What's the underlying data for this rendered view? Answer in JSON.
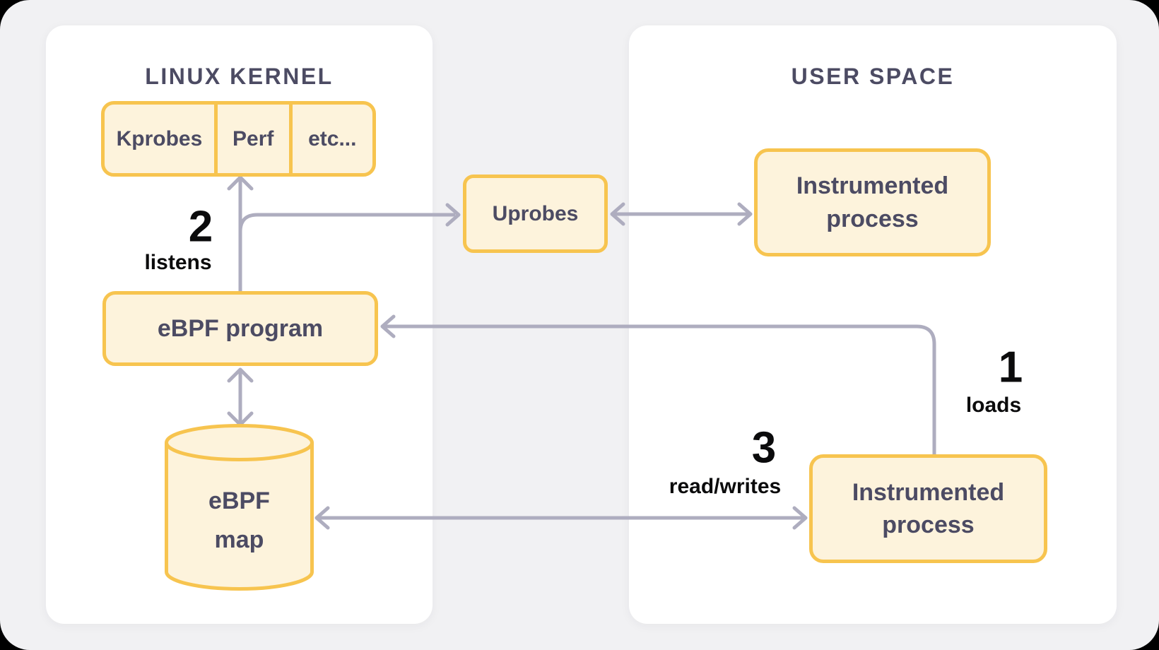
{
  "panels": {
    "kernel": {
      "title": "LINUX KERNEL"
    },
    "user": {
      "title": "USER SPACE"
    }
  },
  "nodes": {
    "probes_row": {
      "cells": [
        "Kprobes",
        "Perf",
        "etc..."
      ]
    },
    "ebpf_program": {
      "label": "eBPF program"
    },
    "ebpf_map": {
      "line1": "eBPF",
      "line2": "map"
    },
    "uprobes": {
      "label": "Uprobes"
    },
    "instrumented_top": {
      "line1": "Instrumented",
      "line2": "process"
    },
    "instrumented_bottom": {
      "line1": "Instrumented",
      "line2": "process"
    }
  },
  "annotations": {
    "step1": {
      "number": "1",
      "label": "loads"
    },
    "step2": {
      "number": "2",
      "label": "listens"
    },
    "step3": {
      "number": "3",
      "label": "read/writes"
    }
  },
  "colors": {
    "bg": "#F1F1F3",
    "panel": "#FFFFFF",
    "accent": "#F7C44F",
    "node_fill": "#FDF3DC",
    "line": "#AEADBF",
    "ink": "#4C4B63",
    "label": "#0B0B0C"
  }
}
